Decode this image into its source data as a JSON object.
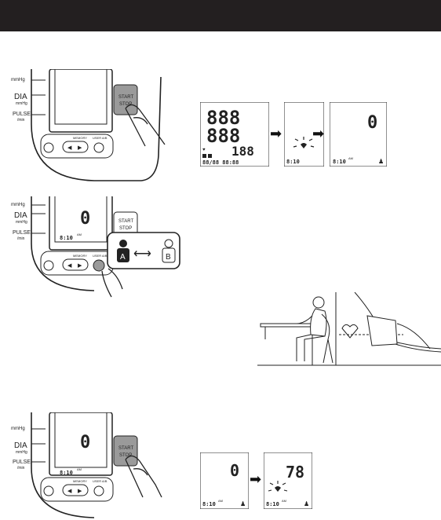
{
  "header": {
    "bar_color": "#231f20"
  },
  "device": {
    "sys_unit": "mmHg",
    "dia_label": "DIA",
    "dia_unit": "mmHg",
    "pulse_label": "PULSE",
    "pulse_unit": "/min",
    "start_label": "START",
    "stop_label": "STOP",
    "memory_label": "MEMORY",
    "user_label": "USER A/B",
    "left_arrow": "◀",
    "right_arrow": "▶",
    "time": "8:10",
    "time_suffix": "AM",
    "zero": "0"
  },
  "user_switch": {
    "user_a": "A",
    "user_b": "B"
  },
  "displays": {
    "all_segments_top": "888",
    "all_segments_mid": "888",
    "all_segments_pulse": "188",
    "all_segments_bottom": "88/88 88:88",
    "countdown_zero": "0",
    "pulse_reading": "78",
    "time": "8:10",
    "time_suffix": "AM"
  },
  "colors": {
    "ink": "#222222",
    "button_grey": "#9a9a9a",
    "screen_grey": "#f6f6f6"
  }
}
